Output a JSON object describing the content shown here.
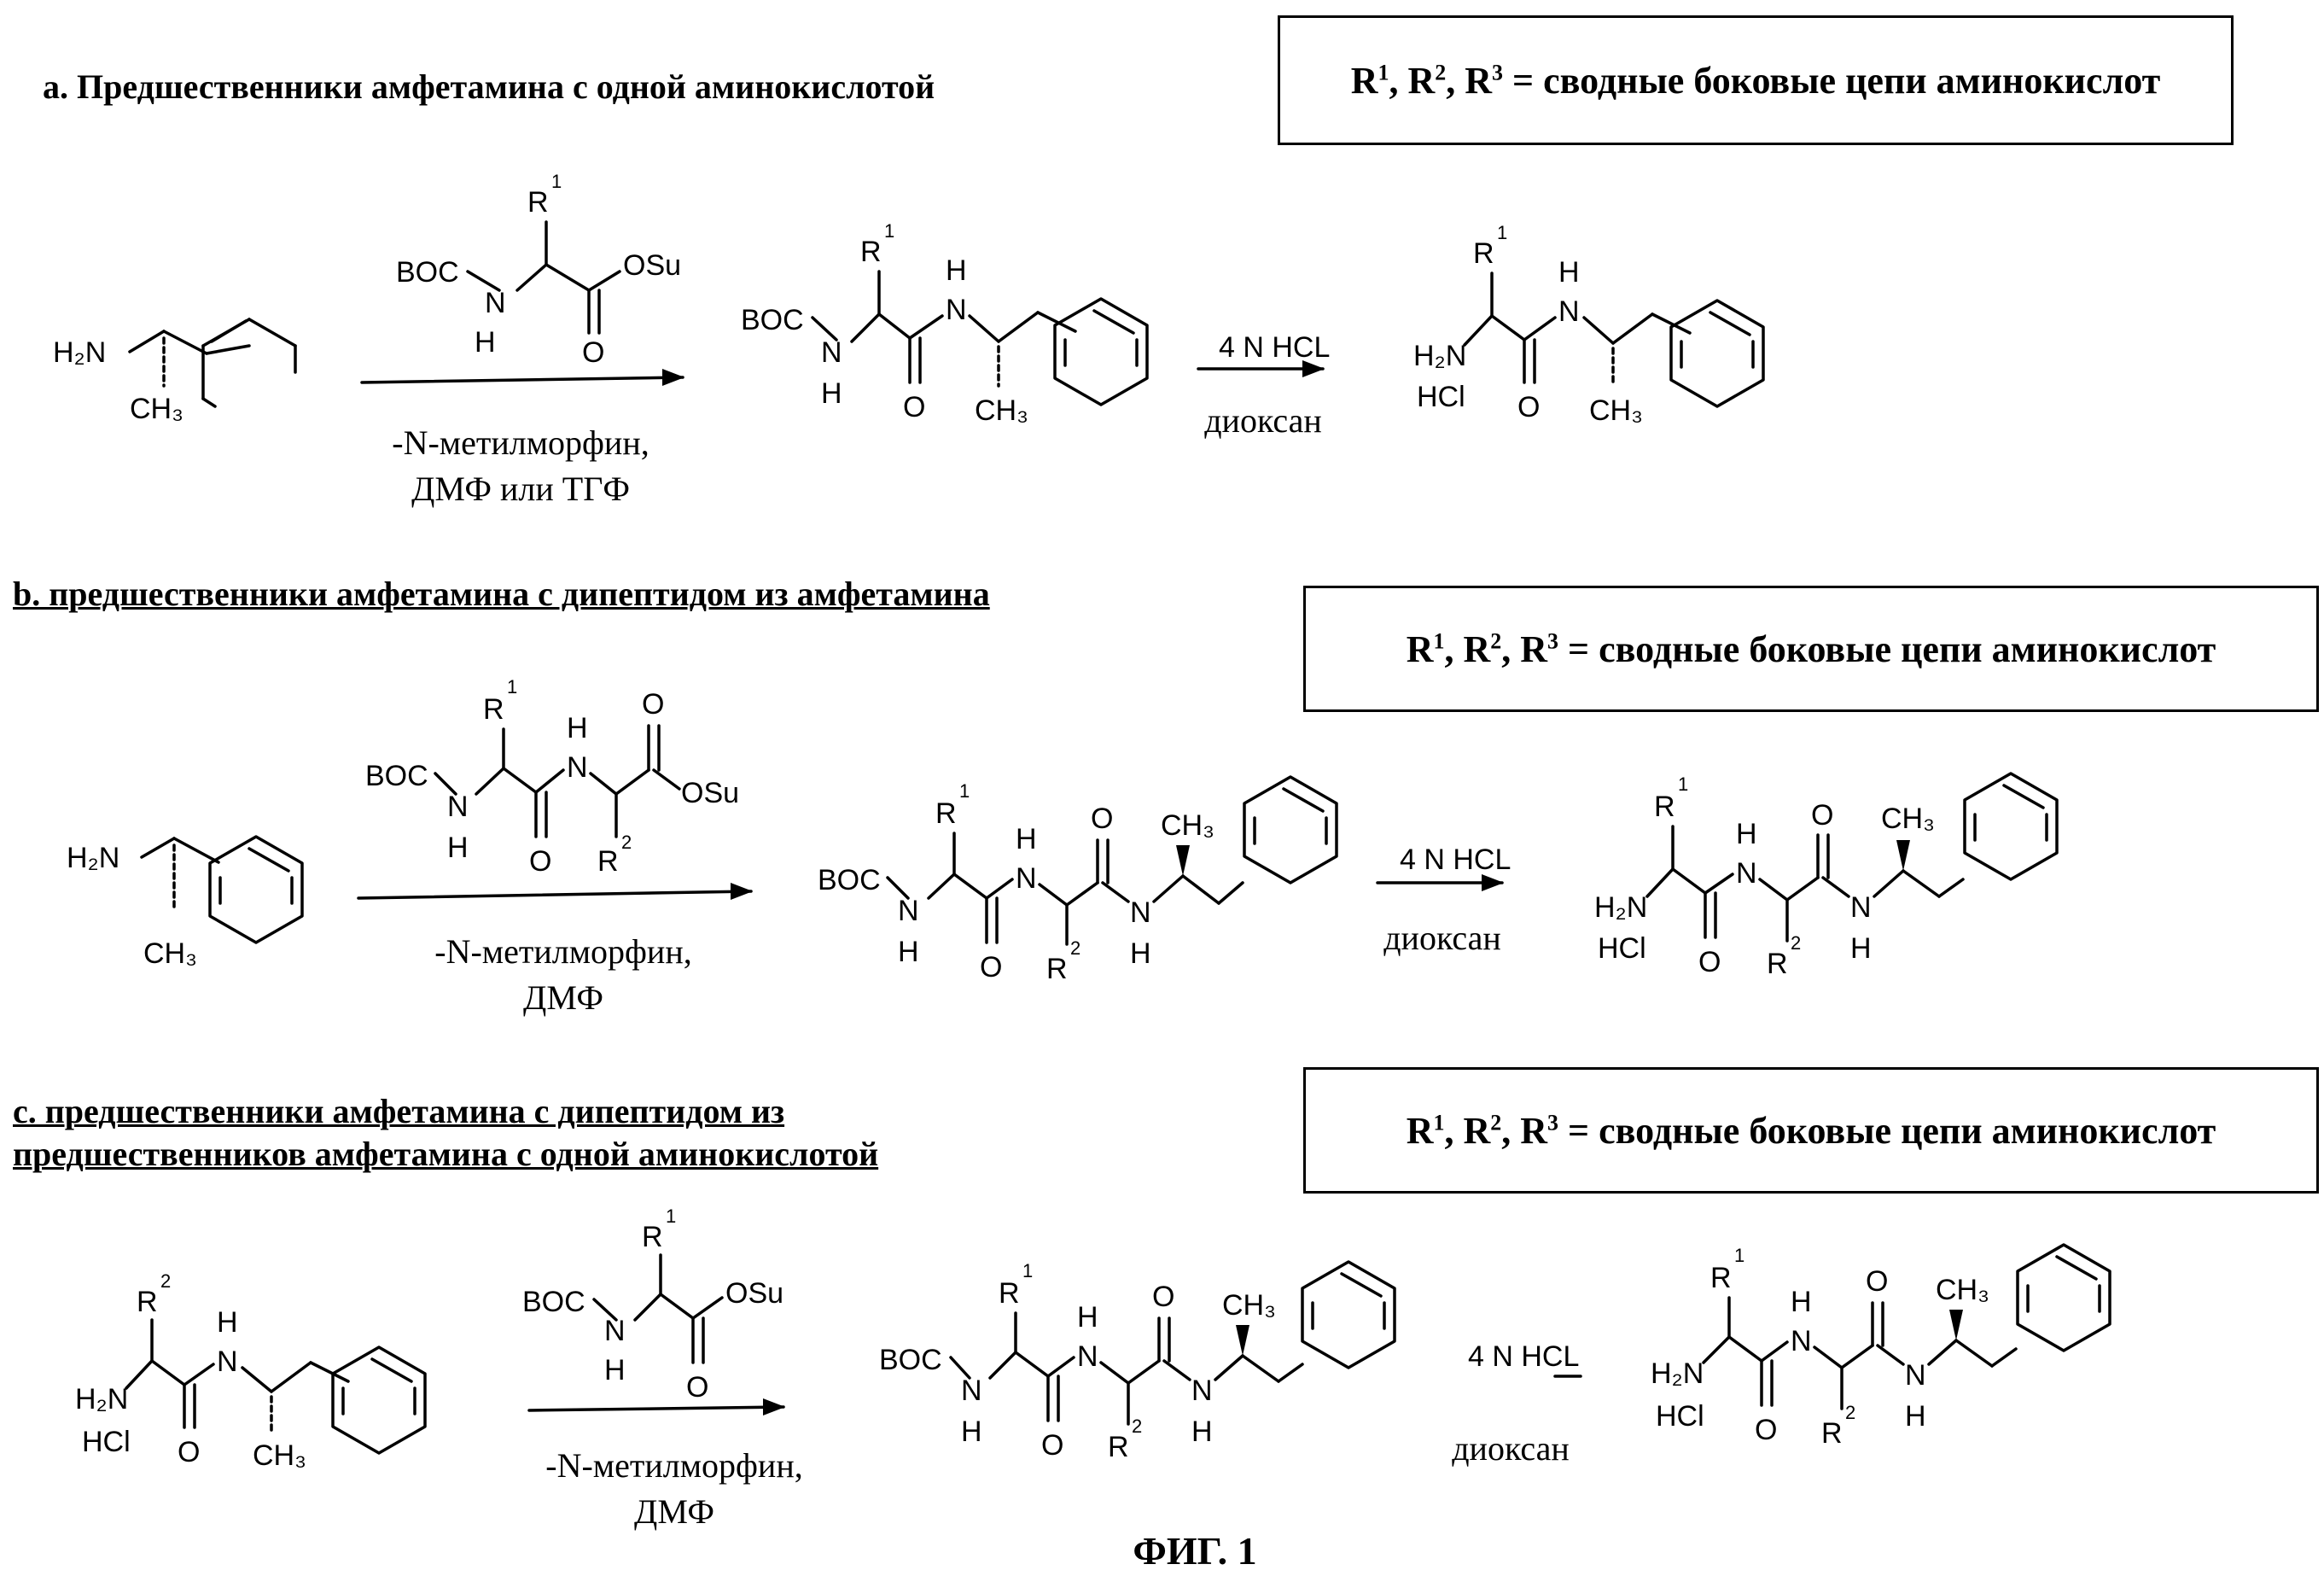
{
  "sections": [
    {
      "heading": "a. Предшественники амфетамина с одной аминокислотой",
      "note": "= сводные боковые цепи аминокислот",
      "reagent_conditions": [
        "-N-метилморфин,",
        "ДМФ или ТГФ"
      ],
      "deprotection": {
        "reagent": "4 N HCL",
        "solvent": "диоксан"
      }
    },
    {
      "heading": "b.  предшественники амфетамина с дипептидом из амфетамина",
      "note": "= сводные боковые цепи аминокислот",
      "reagent_conditions": [
        "-N-метилморфин,",
        "ДМФ"
      ],
      "deprotection": {
        "reagent": "4 N HCL",
        "solvent": "диоксан"
      }
    },
    {
      "heading_lines": [
        "c.   предшественники амфетамина с дипептидом из",
        "предшественников амфетамина с одной аминокислотой"
      ],
      "note": "= сводные боковые цепи аминокислот",
      "reagent_conditions": [
        "-N-метилморфин,",
        "ДМФ"
      ],
      "deprotection": {
        "reagent": "4 N HCL",
        "solvent": "диоксан"
      }
    }
  ],
  "note_r_labels": {
    "r1": "R",
    "s1": "1",
    "r2": "R",
    "s2": "2",
    "r3": "R",
    "s3": "3"
  },
  "structure_labels": {
    "amine": "H₂N",
    "methyl": "CH₃",
    "boc": "BOC",
    "osu": "OSu",
    "nitrogen": "N",
    "hydrogen": "H",
    "oxygen": "O",
    "hcl_salt": "HCl",
    "r": "R",
    "sup1": "1",
    "sup2": "2"
  },
  "figure_caption": "ФИГ. 1"
}
